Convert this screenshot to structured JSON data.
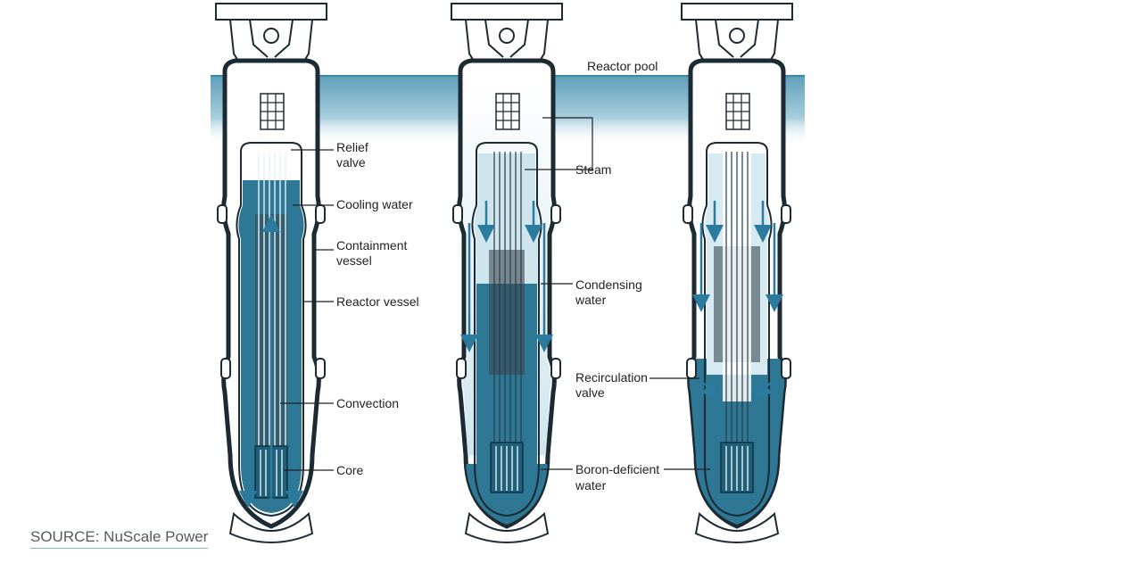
{
  "diagram": {
    "labels": {
      "reactor_pool": "Reactor pool",
      "relief_valve_1": "Relief",
      "relief_valve_2": "valve",
      "cooling_water": "Cooling water",
      "containment_vessel_1": "Containment",
      "containment_vessel_2": "vessel",
      "reactor_vessel": "Reactor vessel",
      "convection": "Convection",
      "core": "Core",
      "steam": "Steam",
      "condensing_water_1": "Condensing",
      "condensing_water_2": "water",
      "recirculation_valve_1": "Recirculation",
      "recirculation_valve_2": "valve",
      "boron_deficient_water_1": "Boron-deficient",
      "boron_deficient_water_2": "water"
    },
    "source": "SOURCE: NuScale Power"
  },
  "colors": {
    "water": "#2e7896",
    "water_light": "#a9cfdd",
    "pool": "#6fa8c1",
    "outline": "#1c2a33",
    "core_dark": "#3a4852"
  }
}
